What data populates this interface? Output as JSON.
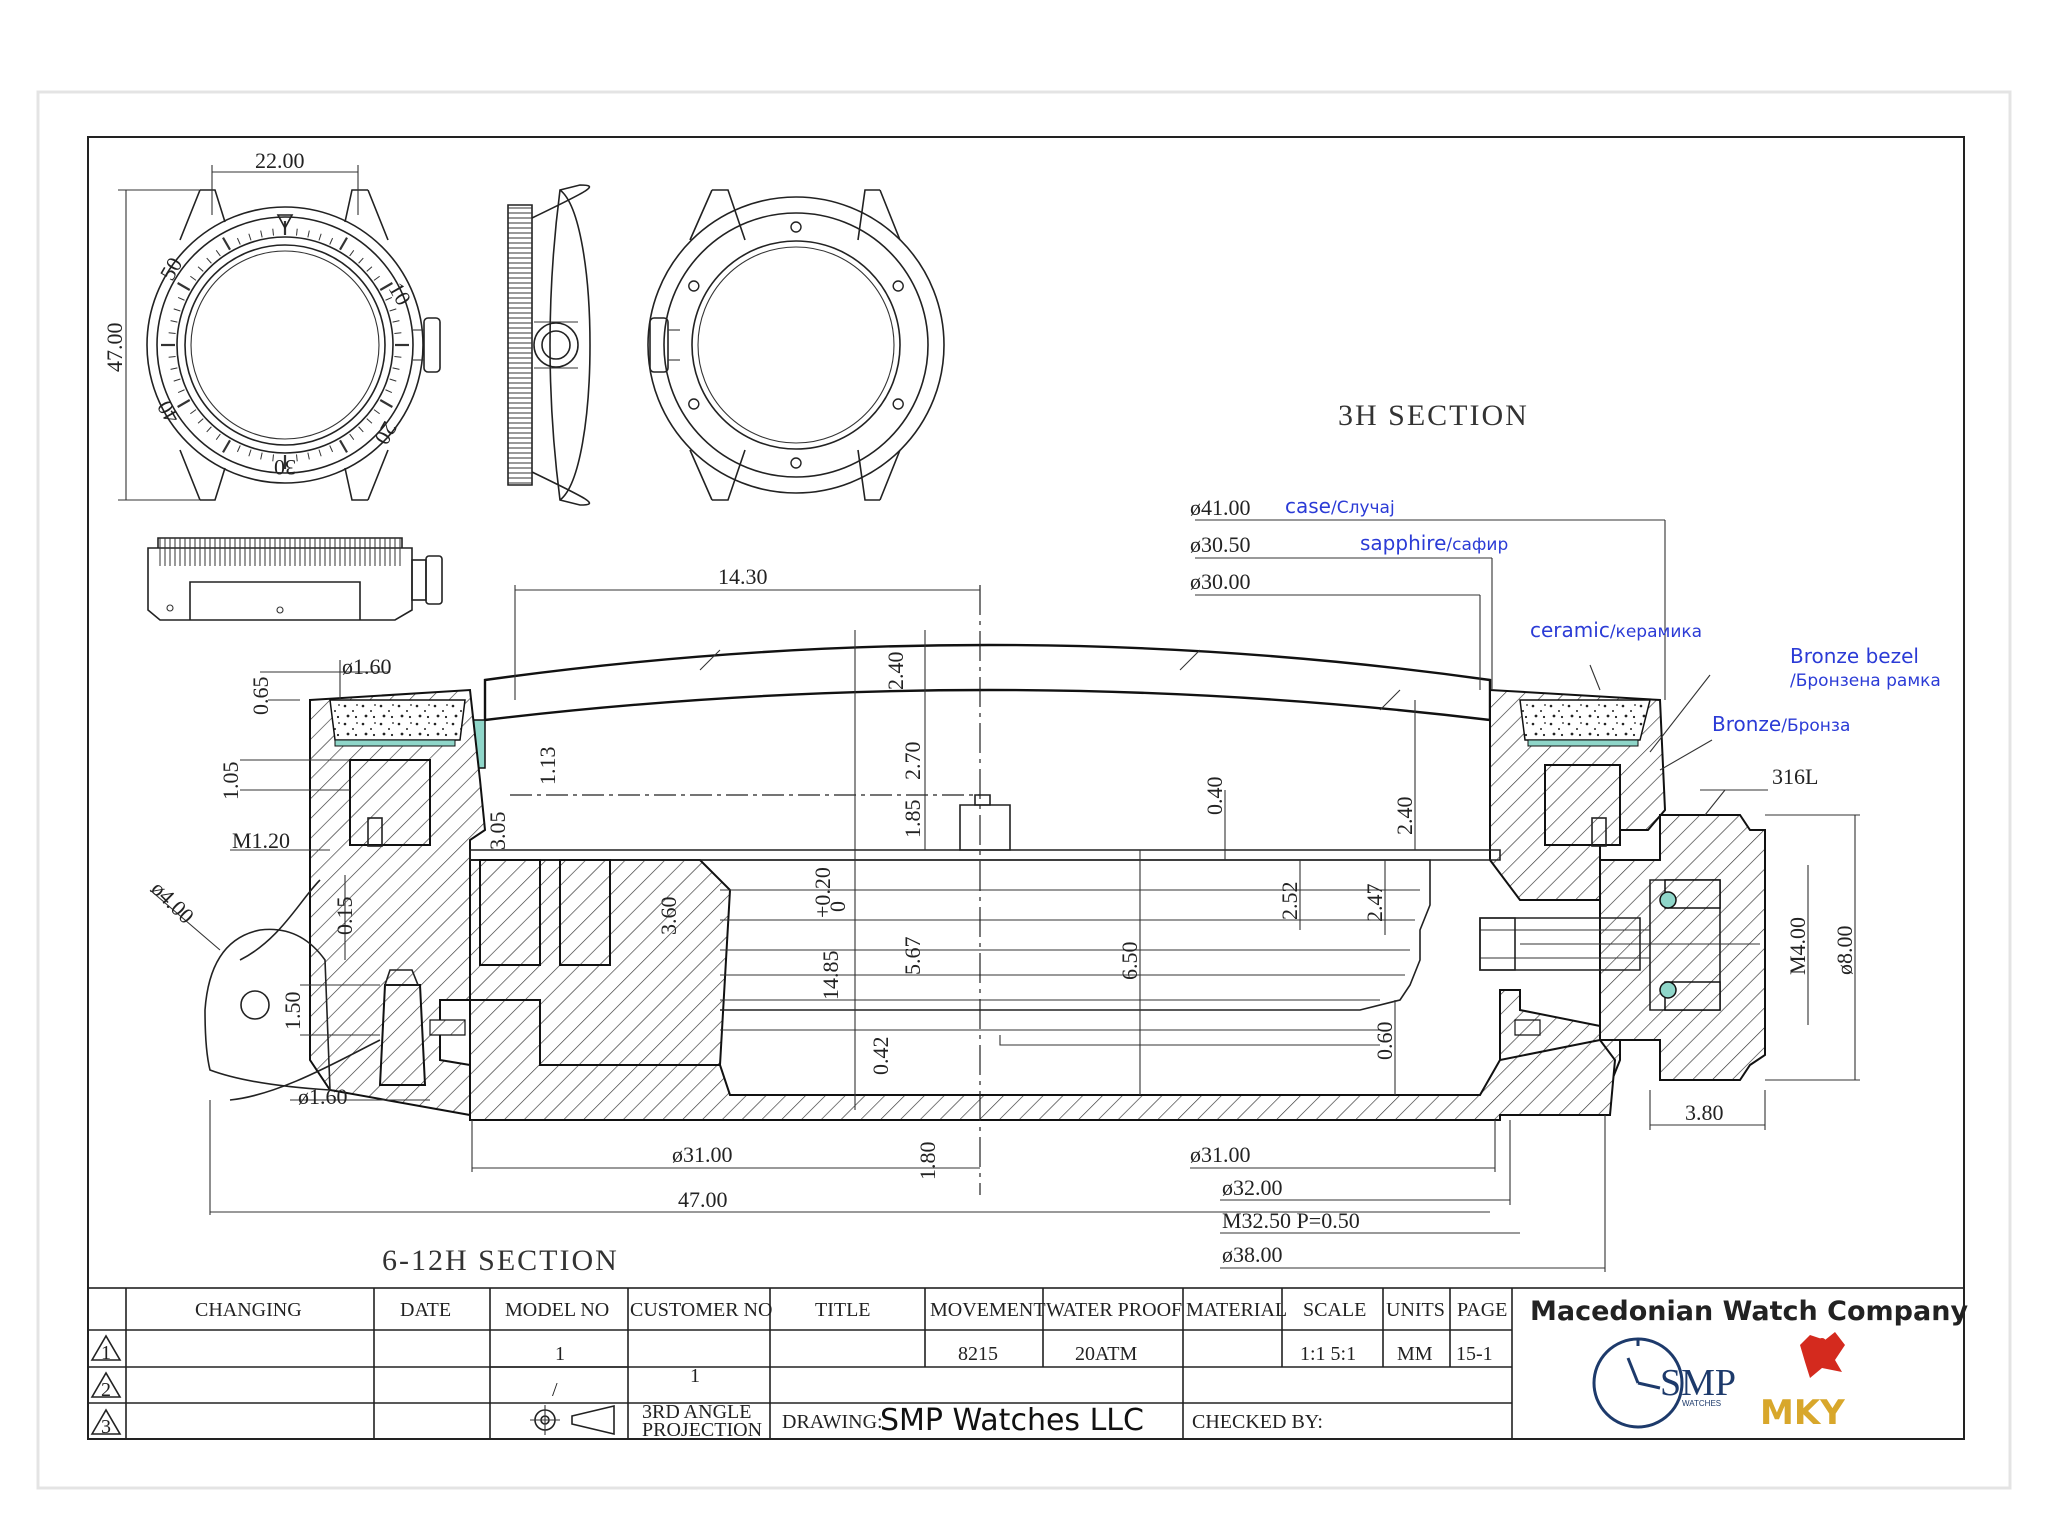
{
  "views": {
    "top_width": "22.00",
    "top_height": "47.00",
    "section_3h_title": "3H SECTION",
    "section_612_title": "6-12H SECTION"
  },
  "bezel_numbers": [
    "10",
    "20",
    "30",
    "40",
    "50"
  ],
  "dimensions": {
    "d4100": "ø41.00",
    "d3050": "ø30.50",
    "d3000": "ø30.00",
    "w1430": "14.30",
    "d160_top": "ø1.60",
    "v065": "0.65",
    "v105": "1.05",
    "m120": "M1.20",
    "d400": "ø4.00",
    "v015": "0.15",
    "v150": "1.50",
    "d160_bot": "ø1.60",
    "v240a": "2.40",
    "v270": "2.70",
    "v113": "1.13",
    "v185": "1.85",
    "v305": "3.05",
    "v360": "3.60",
    "v1485": "14.85",
    "tol_up": "+0.20",
    "tol_lo": "0",
    "v567": "5.67",
    "v650": "6.50",
    "v042": "0.42",
    "v180": "1.80",
    "v040": "0.40",
    "v240b": "2.40",
    "v252": "2.52",
    "v247": "2.47",
    "v060": "0.60",
    "w316l": "316L",
    "m400": "M4.00",
    "d800": "ø8.00",
    "w380": "3.80",
    "d3100a": "ø31.00",
    "w4700": "47.00",
    "d3100b": "ø31.00",
    "d3200": "ø32.00",
    "m3250": "M32.50  P=0.50",
    "d3800": "ø38.00"
  },
  "materials": {
    "case": "case",
    "case_ru": "/Случај",
    "sapphire": "sapphire",
    "sapphire_ru": "/сафир",
    "ceramic": "ceramic",
    "ceramic_ru": "/керамика",
    "bezel": "Bronze bezel",
    "bezel_ru": "/Бронзена рамка",
    "bronze": "Bronze",
    "bronze_ru": "/Бронза"
  },
  "title_block": {
    "headers": {
      "changing": "CHANGING",
      "date": "DATE",
      "model_no": "MODEL NO",
      "customer_no": "CUSTOMER NO",
      "title": "TITLE",
      "movement": "MOVEMENT",
      "water_proof": "WATER PROOF",
      "material": "MATERIAL",
      "scale": "SCALE",
      "units": "UNITS",
      "page": "PAGE"
    },
    "rev_marks": [
      "1",
      "2",
      "3"
    ],
    "model_no": "1",
    "model_slash": "/",
    "customer_no": "1",
    "projection_line1": "3RD ANGLE",
    "projection_line2": "PROJECTION",
    "movement": "8215",
    "water_proof": "20ATM",
    "scale": "1:1  5:1",
    "units": "MM",
    "page": "15-1",
    "drawing_label": "DRAWING:",
    "drawing_value": "SMP Watches LLC",
    "checked_label": "CHECKED BY:",
    "company": "Macedonian Watch Company",
    "logo_smp": "SMP",
    "logo_smp_sub": "WATCHES",
    "logo_mky": "MKY"
  }
}
